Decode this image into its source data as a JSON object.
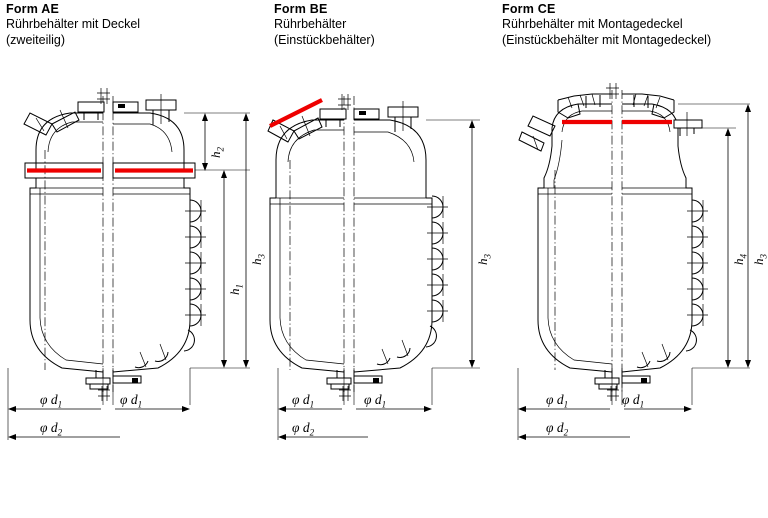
{
  "page": {
    "background": "#ffffff",
    "accent_red": "#ee0000",
    "line_color": "#000000"
  },
  "columns": [
    {
      "id": "AE",
      "heading": "Form  AE",
      "description_line1": "Rührbehälter mit Deckel",
      "description_line2": "(zweiteilig)",
      "height_labels": [
        "h2",
        "h1",
        "h3"
      ],
      "diameter_labels": [
        "φ d1",
        "φ d1",
        "φ d2"
      ],
      "red_marker": "flange-gasket-horizontal",
      "features": [
        "dished-cover",
        "angled-manway-nozzle",
        "agitator-shaft-nozzle",
        "top-nozzles",
        "half-pipe-jacket-coils",
        "bottom-outlet-nozzle",
        "removable-two-part-cover"
      ]
    },
    {
      "id": "BE",
      "heading": "Form  BE",
      "description_line1": "Rührbehälter",
      "description_line2": "(Einstückbehälter)",
      "height_labels": [
        "h3"
      ],
      "diameter_labels": [
        "φ d1",
        "φ d1",
        "φ d2"
      ],
      "red_marker": "angled-manway-flange",
      "features": [
        "one-piece-vessel",
        "angled-manway-nozzle",
        "agitator-shaft-nozzle",
        "top-nozzles",
        "half-pipe-jacket-coils",
        "bottom-outlet-nozzle"
      ]
    },
    {
      "id": "CE",
      "heading": "Form CE",
      "description_line1": "Rührbehälter mit Montagedeckel",
      "description_line2": "(Einstückbehälter mit Montagedeckel)",
      "height_labels": [
        "h4",
        "h3"
      ],
      "diameter_labels": [
        "φ d1",
        "φ d1",
        "φ d2"
      ],
      "red_marker": "mounting-lid-gasket-horizontal",
      "features": [
        "one-piece-vessel",
        "mounting-lid",
        "clamp-ring",
        "angled-manway-nozzle",
        "agitator-shaft-nozzle",
        "side-nozzle",
        "half-pipe-jacket-coils",
        "bottom-outlet-nozzle"
      ]
    }
  ],
  "symbols": {
    "phi": "φ",
    "h_italic": "h"
  }
}
